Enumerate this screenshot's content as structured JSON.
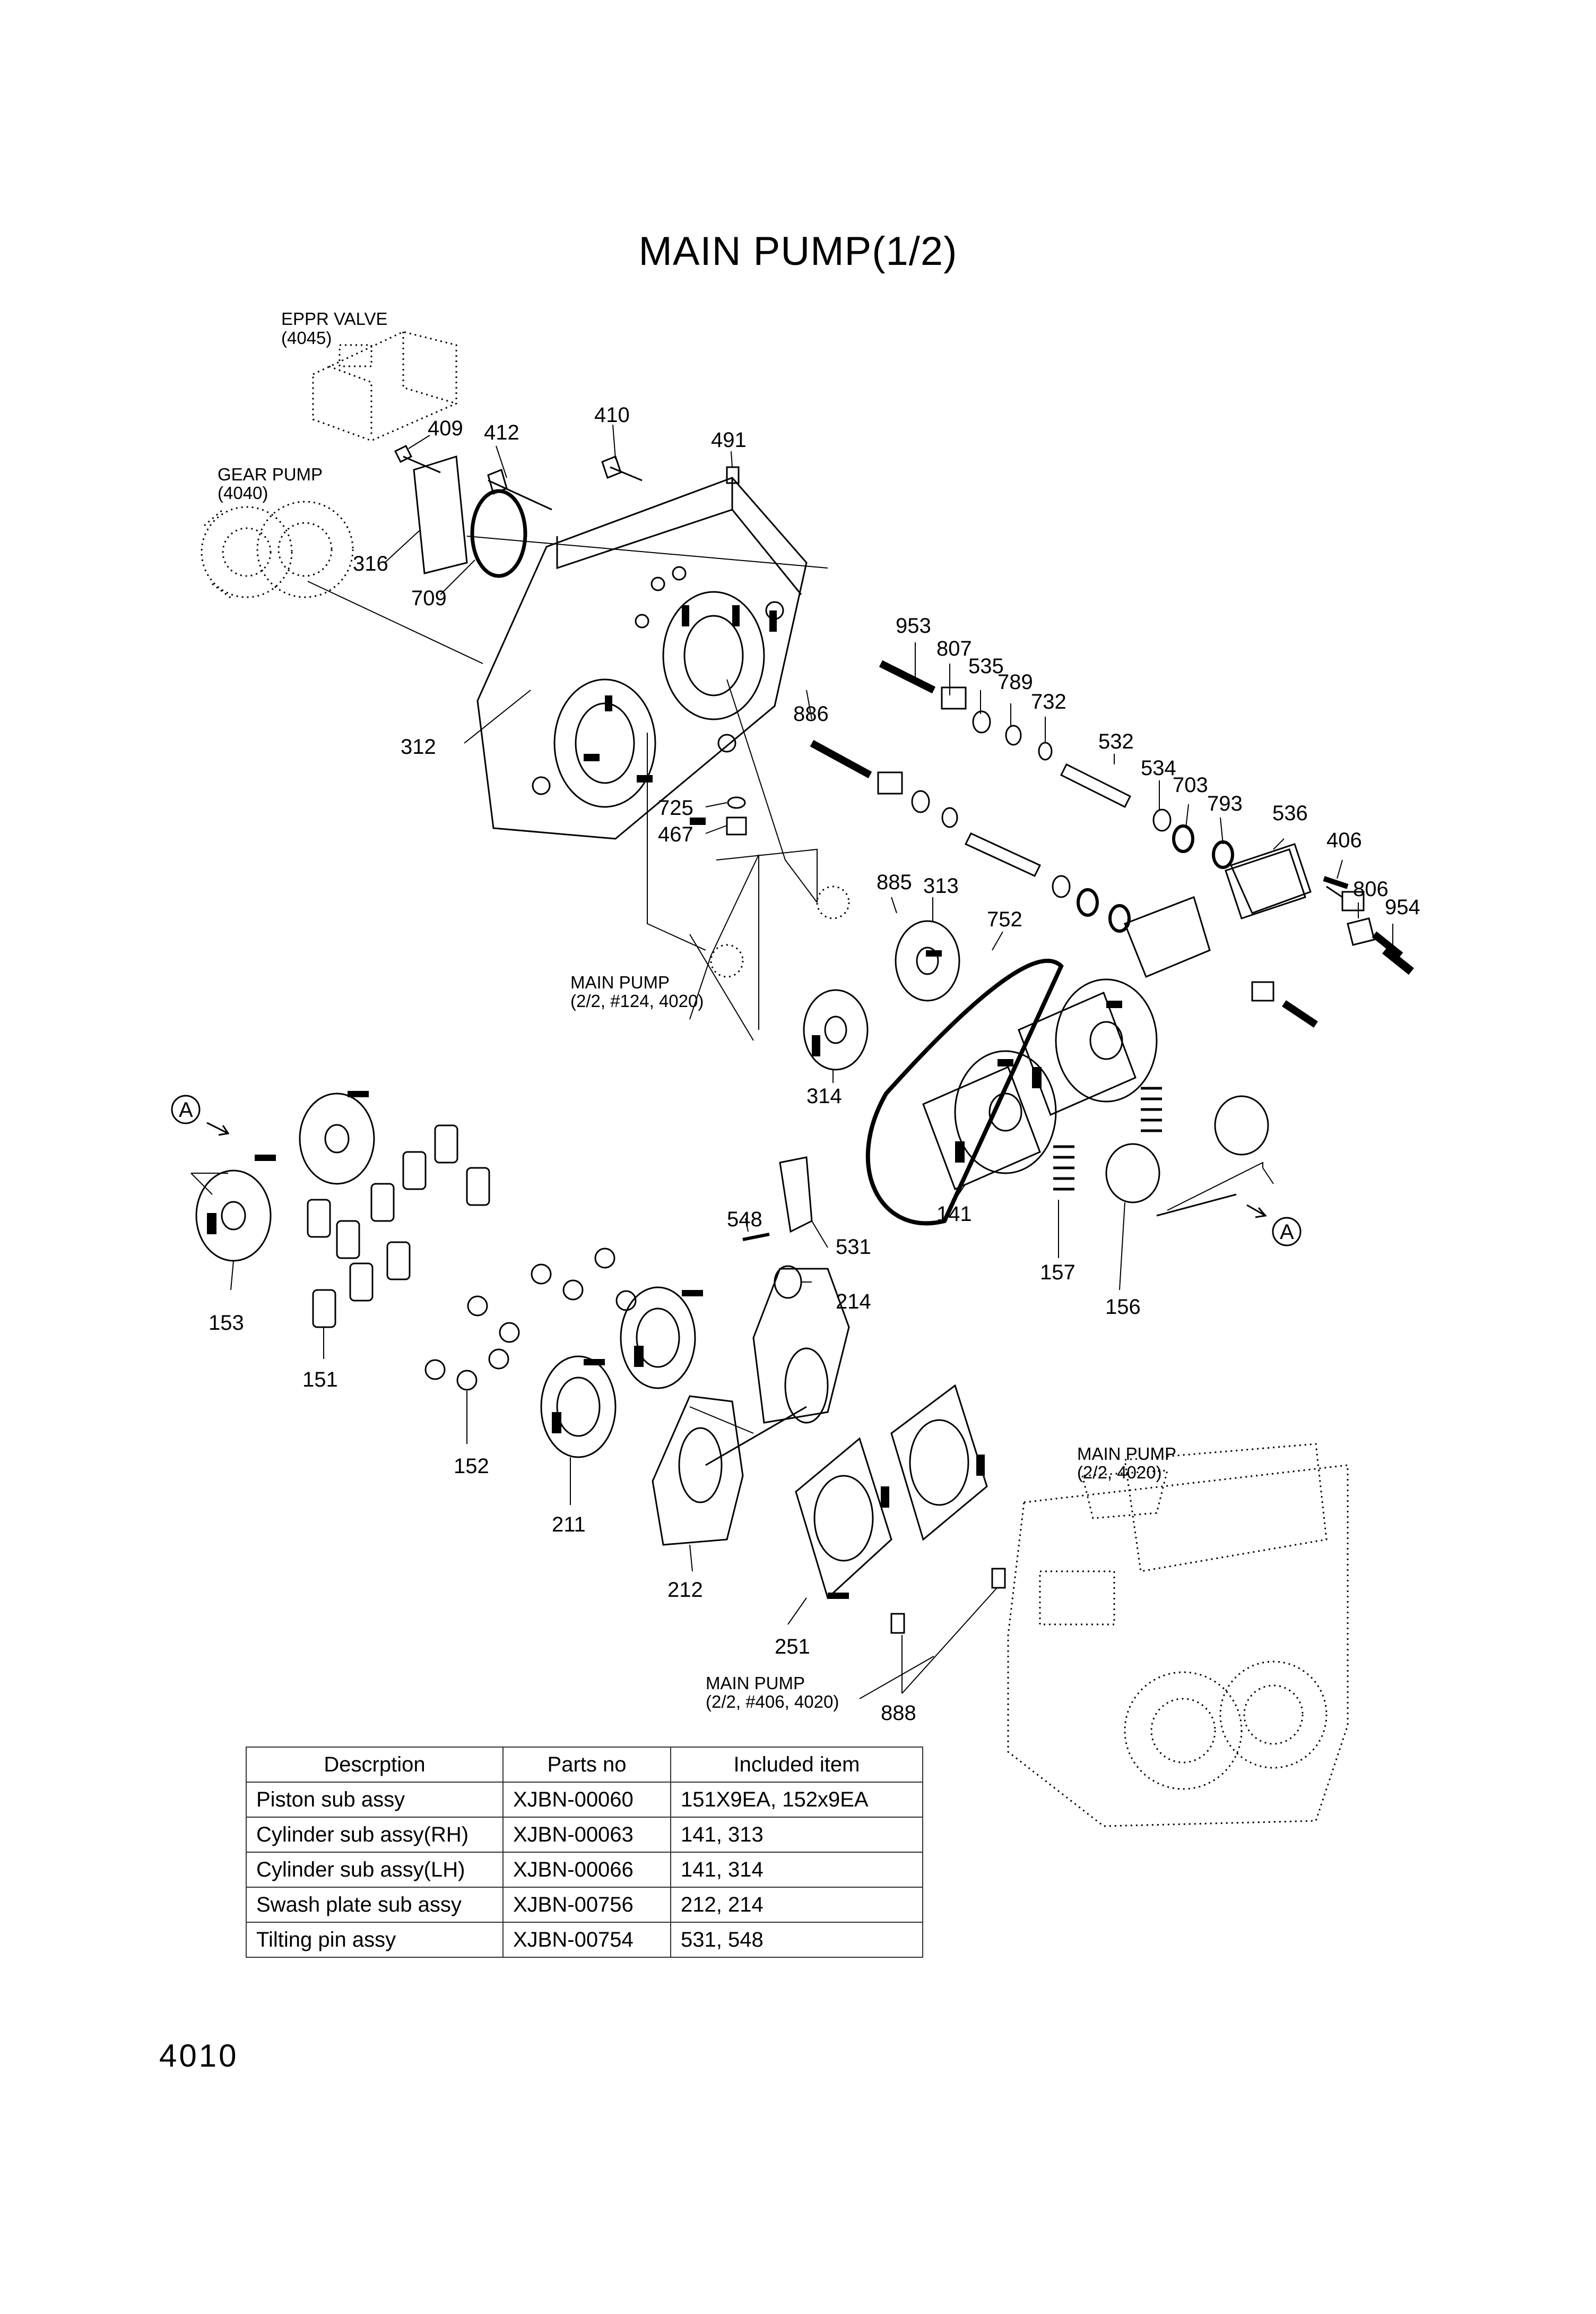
{
  "title": "MAIN PUMP(1/2)",
  "page_number": "4010",
  "references": {
    "eppr_valve": [
      "EPPR VALVE",
      "(4045)"
    ],
    "gear_pump": [
      "GEAR PUMP",
      "(4040)"
    ],
    "main_pump_124": [
      "MAIN PUMP",
      "(2/2, #124, 4020)"
    ],
    "main_pump_4020": [
      "MAIN PUMP",
      "(2/2, 4020)"
    ],
    "main_pump_406": [
      "MAIN PUMP",
      "(2/2, #406, 4020)"
    ]
  },
  "view_marker": "A",
  "part_labels": {
    "p409": "409",
    "p412": "412",
    "p410": "410",
    "p491": "491",
    "p316": "316",
    "p709": "709",
    "p312": "312",
    "p953": "953",
    "p807": "807",
    "p535": "535",
    "p789": "789",
    "p732": "732",
    "p886": "886",
    "p532": "532",
    "p534": "534",
    "p703": "703",
    "p793": "793",
    "p536": "536",
    "p406": "406",
    "p806": "806",
    "p954": "954",
    "p725": "725",
    "p467": "467",
    "p885": "885",
    "p313": "313",
    "p752": "752",
    "p314": "314",
    "p141": "141",
    "p157": "157",
    "p156": "156",
    "p153": "153",
    "p151": "151",
    "p152": "152",
    "p548": "548",
    "p531": "531",
    "p214": "214",
    "p211": "211",
    "p212": "212",
    "p251": "251",
    "p888": "888"
  },
  "table": {
    "headers": [
      "Descrption",
      "Parts no",
      "Included item"
    ],
    "rows": [
      [
        "Piston sub assy",
        "XJBN-00060",
        "151X9EA, 152x9EA"
      ],
      [
        "Cylinder sub assy(RH)",
        "XJBN-00063",
        "141, 313"
      ],
      [
        "Cylinder sub assy(LH)",
        "XJBN-00066",
        "141, 314"
      ],
      [
        "Swash plate sub assy",
        "XJBN-00756",
        "212, 214"
      ],
      [
        "Tilting pin assy",
        "XJBN-00754",
        "531, 548"
      ]
    ]
  }
}
